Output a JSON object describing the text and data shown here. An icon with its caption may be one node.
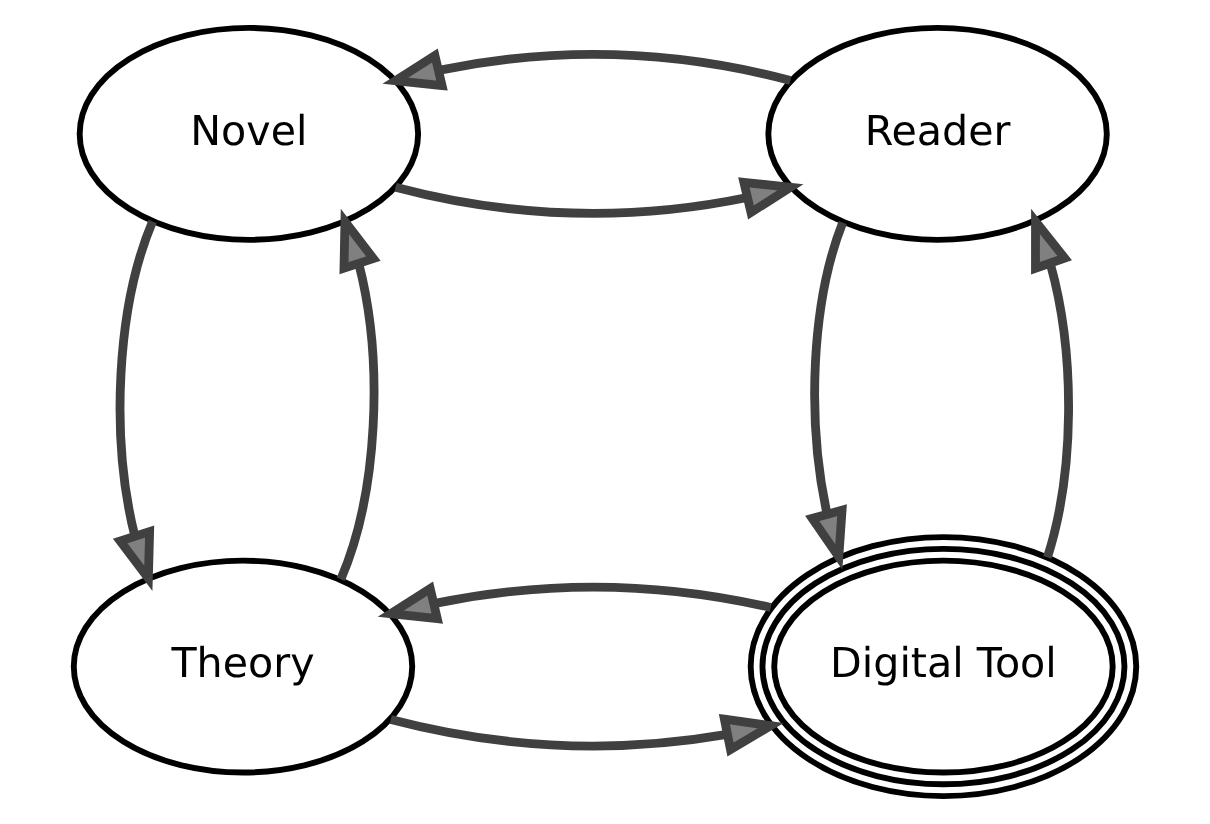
{
  "diagram": {
    "nodes": [
      {
        "text": [
          "Novel"
        ]
      },
      {
        "text": [
          "Reader"
        ]
      },
      {
        "text": [
          "Theory"
        ]
      },
      {
        "text": [
          "Digital Tool"
        ]
      }
    ],
    "edges": [
      {
        "from": 0,
        "to": 1,
        "arrow": "to"
      },
      {
        "from": 1,
        "to": 0,
        "arrow": "to"
      },
      {
        "from": 0,
        "to": 2,
        "arrow": "to"
      },
      {
        "from": 2,
        "to": 0,
        "arrow": "to"
      },
      {
        "from": 1,
        "to": 3,
        "arrow": "to"
      },
      {
        "from": 3,
        "to": 1,
        "arrow": "to"
      },
      {
        "from": 2,
        "to": 3,
        "arrow": "to"
      },
      {
        "from": 3,
        "to": 2,
        "arrow": "to"
      }
    ]
  }
}
